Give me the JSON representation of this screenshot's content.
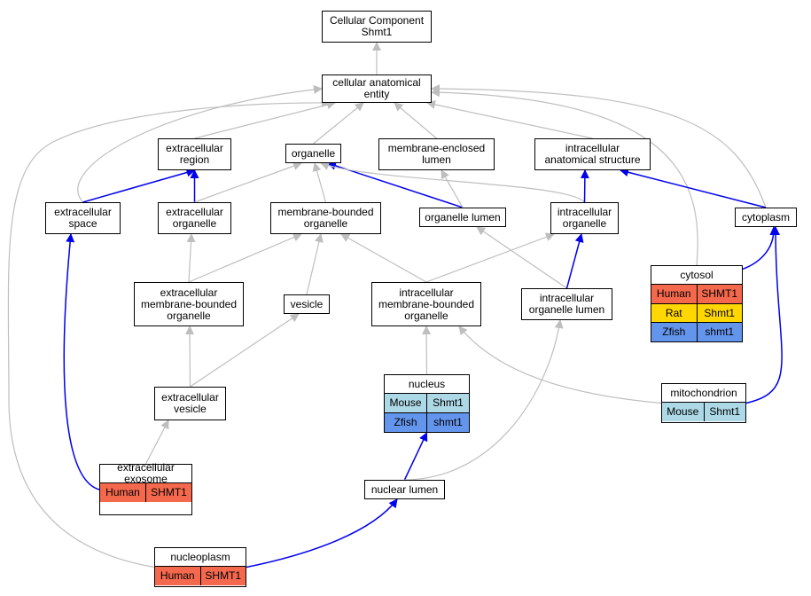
{
  "nodes": [
    {
      "key": "cellular-component",
      "label": "Cellular Component\nShmt1"
    },
    {
      "key": "cellular-anatomical-entity",
      "label": "cellular anatomical\nentity"
    },
    {
      "key": "extracellular-region",
      "label": "extracellular\nregion"
    },
    {
      "key": "organelle",
      "label": "organelle"
    },
    {
      "key": "membrane-enclosed-lumen",
      "label": "membrane-enclosed\nlumen"
    },
    {
      "key": "intracellular-anatomical-structure",
      "label": "intracellular\nanatomical structure"
    },
    {
      "key": "extracellular-space",
      "label": "extracellular\nspace"
    },
    {
      "key": "extracellular-organelle",
      "label": "extracellular\norganelle"
    },
    {
      "key": "membrane-bounded-organelle",
      "label": "membrane-bounded\norganelle"
    },
    {
      "key": "organelle-lumen",
      "label": "organelle lumen"
    },
    {
      "key": "intracellular-organelle",
      "label": "intracellular\norganelle"
    },
    {
      "key": "cytoplasm",
      "label": "cytoplasm"
    },
    {
      "key": "cytosol",
      "label": "cytosol",
      "rows": [
        {
          "species": "Human",
          "gene": "SHMT1"
        },
        {
          "species": "Rat",
          "gene": "Shmt1"
        },
        {
          "species": "Zfish",
          "gene": "shmt1"
        }
      ]
    },
    {
      "key": "extracellular-membrane-bounded-organelle",
      "label": "extracellular\nmembrane-bounded\norganelle"
    },
    {
      "key": "vesicle",
      "label": "vesicle"
    },
    {
      "key": "intracellular-membrane-bounded-organelle",
      "label": "intracellular\nmembrane-bounded\norganelle"
    },
    {
      "key": "intracellular-organelle-lumen",
      "label": "intracellular\norganelle lumen"
    },
    {
      "key": "extracellular-vesicle",
      "label": "extracellular\nvesicle"
    },
    {
      "key": "nucleus",
      "label": "nucleus",
      "rows": [
        {
          "species": "Mouse",
          "gene": "Shmt1"
        },
        {
          "species": "Zfish",
          "gene": "shmt1"
        }
      ]
    },
    {
      "key": "mitochondrion",
      "label": "mitochondrion",
      "rows": [
        {
          "species": "Mouse",
          "gene": "Shmt1"
        }
      ]
    },
    {
      "key": "extracellular-exosome",
      "label": "extracellular\nexosome",
      "rows": [
        {
          "species": "Human",
          "gene": "SHMT1"
        }
      ]
    },
    {
      "key": "nuclear-lumen",
      "label": "nuclear lumen"
    },
    {
      "key": "nucleoplasm",
      "label": "nucleoplasm",
      "rows": [
        {
          "species": "Human",
          "gene": "SHMT1"
        }
      ]
    }
  ],
  "edges": [
    {
      "from": "cellular-anatomical-entity",
      "to": "cellular-component",
      "relation": "is_a"
    },
    {
      "from": "extracellular-region",
      "to": "cellular-anatomical-entity",
      "relation": "is_a"
    },
    {
      "from": "organelle",
      "to": "cellular-anatomical-entity",
      "relation": "is_a"
    },
    {
      "from": "membrane-enclosed-lumen",
      "to": "cellular-anatomical-entity",
      "relation": "is_a"
    },
    {
      "from": "intracellular-anatomical-structure",
      "to": "cellular-anatomical-entity",
      "relation": "is_a"
    },
    {
      "from": "extracellular-space",
      "to": "cellular-anatomical-entity",
      "relation": "is_a"
    },
    {
      "from": "cytosol",
      "to": "cellular-anatomical-entity",
      "relation": "is_a"
    },
    {
      "from": "cytoplasm",
      "to": "cellular-anatomical-entity",
      "relation": "is_a"
    },
    {
      "from": "nucleoplasm",
      "to": "cellular-anatomical-entity",
      "relation": "is_a"
    },
    {
      "from": "extracellular-space",
      "to": "extracellular-region",
      "relation": "part_of"
    },
    {
      "from": "extracellular-organelle",
      "to": "extracellular-region",
      "relation": "part_of"
    },
    {
      "from": "extracellular-organelle",
      "to": "organelle",
      "relation": "is_a"
    },
    {
      "from": "membrane-bounded-organelle",
      "to": "organelle",
      "relation": "is_a"
    },
    {
      "from": "organelle-lumen",
      "to": "organelle",
      "relation": "part_of"
    },
    {
      "from": "intracellular-organelle",
      "to": "organelle",
      "relation": "is_a"
    },
    {
      "from": "organelle-lumen",
      "to": "membrane-enclosed-lumen",
      "relation": "is_a"
    },
    {
      "from": "intracellular-organelle",
      "to": "intracellular-anatomical-structure",
      "relation": "part_of"
    },
    {
      "from": "cytoplasm",
      "to": "intracellular-anatomical-structure",
      "relation": "part_of"
    },
    {
      "from": "cytosol",
      "to": "cytoplasm",
      "relation": "part_of"
    },
    {
      "from": "mitochondrion",
      "to": "cytoplasm",
      "relation": "part_of"
    },
    {
      "from": "extracellular-membrane-bounded-organelle",
      "to": "extracellular-organelle",
      "relation": "is_a"
    },
    {
      "from": "extracellular-membrane-bounded-organelle",
      "to": "membrane-bounded-organelle",
      "relation": "is_a"
    },
    {
      "from": "vesicle",
      "to": "membrane-bounded-organelle",
      "relation": "is_a"
    },
    {
      "from": "intracellular-membrane-bounded-organelle",
      "to": "membrane-bounded-organelle",
      "relation": "is_a"
    },
    {
      "from": "intracellular-membrane-bounded-organelle",
      "to": "intracellular-organelle",
      "relation": "is_a"
    },
    {
      "from": "intracellular-organelle-lumen",
      "to": "organelle-lumen",
      "relation": "is_a"
    },
    {
      "from": "intracellular-organelle-lumen",
      "to": "intracellular-organelle",
      "relation": "part_of"
    },
    {
      "from": "extracellular-vesicle",
      "to": "extracellular-membrane-bounded-organelle",
      "relation": "is_a"
    },
    {
      "from": "extracellular-vesicle",
      "to": "vesicle",
      "relation": "is_a"
    },
    {
      "from": "nucleus",
      "to": "intracellular-membrane-bounded-organelle",
      "relation": "is_a"
    },
    {
      "from": "mitochondrion",
      "to": "intracellular-membrane-bounded-organelle",
      "relation": "is_a"
    },
    {
      "from": "extracellular-exosome",
      "to": "extracellular-vesicle",
      "relation": "is_a"
    },
    {
      "from": "extracellular-exosome",
      "to": "extracellular-space",
      "relation": "part_of"
    },
    {
      "from": "nuclear-lumen",
      "to": "nucleus",
      "relation": "part_of"
    },
    {
      "from": "nuclear-lumen",
      "to": "intracellular-organelle-lumen",
      "relation": "is_a"
    },
    {
      "from": "nucleoplasm",
      "to": "nuclear-lumen",
      "relation": "part_of"
    }
  ],
  "colors": {
    "is_a": "#bebebe",
    "part_of": "#0000ee",
    "Human": "#f4694d",
    "Rat": "#ffd700",
    "Zfish": "#6495ed",
    "Mouse": "#add8e6"
  }
}
